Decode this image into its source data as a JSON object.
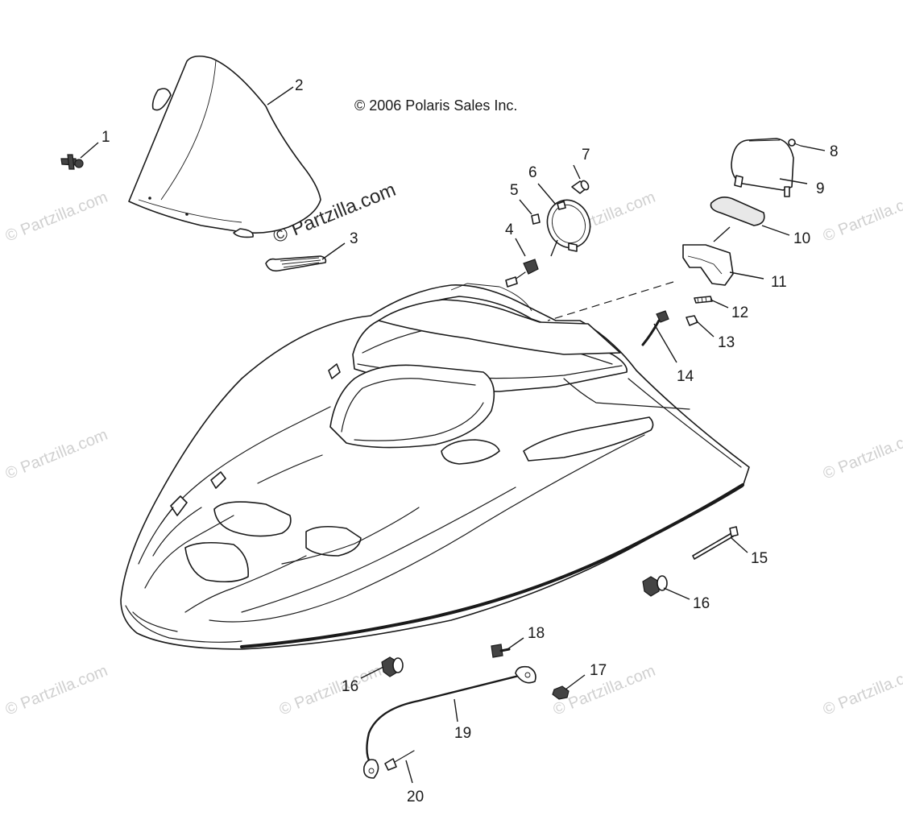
{
  "copyright": "© 2006 Polaris Sales Inc.",
  "watermark": "© Partzilla.com",
  "callouts": [
    "1",
    "2",
    "3",
    "4",
    "5",
    "6",
    "7",
    "8",
    "9",
    "10",
    "11",
    "12",
    "13",
    "14",
    "15",
    "16",
    "16",
    "17",
    "18",
    "19",
    "20"
  ]
}
